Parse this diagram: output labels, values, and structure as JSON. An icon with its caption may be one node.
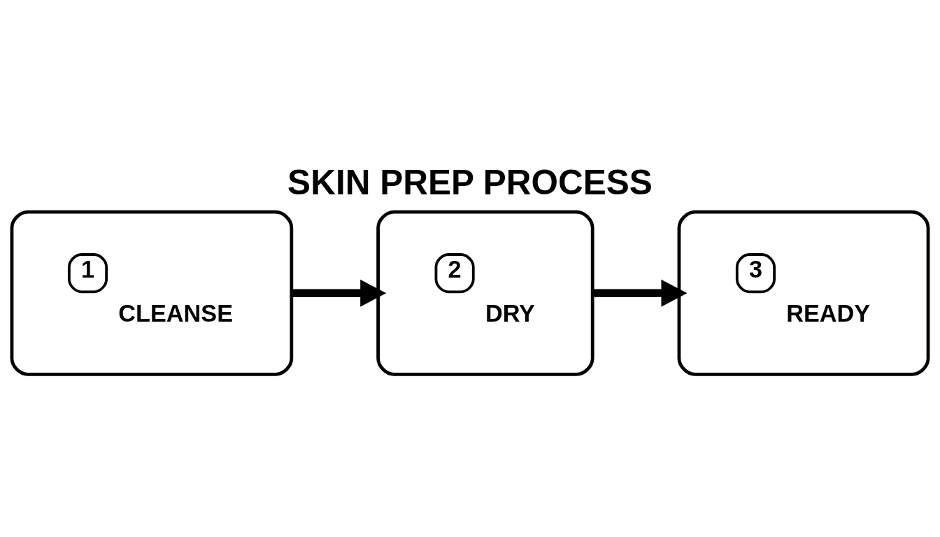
{
  "diagram": {
    "title": "SKIN PREP PROCESS",
    "nodes": [
      {
        "text": [
          "1",
          "CLEANSE"
        ]
      },
      {
        "text": [
          "2",
          "DRY"
        ]
      },
      {
        "text": [
          "3",
          "READY"
        ]
      }
    ],
    "edges": [
      {
        "from": 0,
        "to": 1,
        "arrow": "to"
      },
      {
        "from": 1,
        "to": 2,
        "arrow": "to"
      }
    ]
  }
}
